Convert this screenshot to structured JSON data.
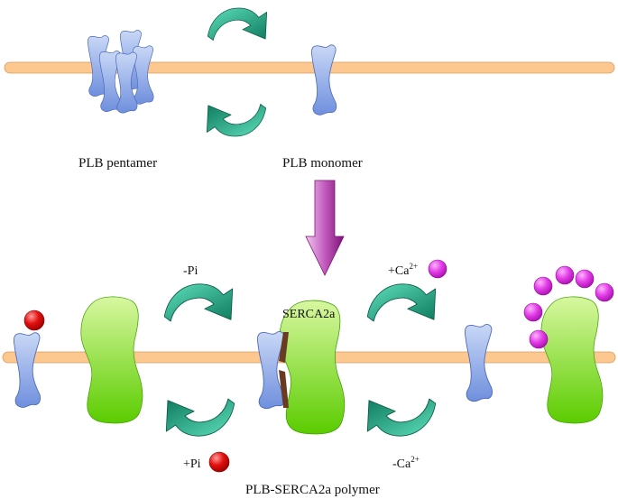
{
  "labels": {
    "pentamer": "PLB pentamer",
    "monomer": "PLB monomer",
    "polymer": "PLB-SERCA2a polymer",
    "serca": "SERCA2a",
    "minus_pi": "-Pi",
    "plus_pi": "+Pi",
    "plus_ca": "+Ca",
    "minus_ca": "-Ca",
    "ca_sup": "2+"
  },
  "colors": {
    "membrane": "#fcc890",
    "membrane_edge": "#d69a5c",
    "plb_light": "#c9d8f6",
    "plb_dark": "#6f8fde",
    "serca_light": "#d8f7a0",
    "serca_dark": "#5bcc00",
    "arrow_light": "#4fd6b2",
    "arrow_dark": "#0e7a5e",
    "down_arrow_light": "#e7b7e3",
    "down_arrow_dark": "#93198c",
    "calcium": "#e43ee9",
    "phosphate": "#e20f0f"
  },
  "icons": [
    "curved-arrow",
    "down-arrow",
    "calcium-ion",
    "phosphate-ball"
  ]
}
